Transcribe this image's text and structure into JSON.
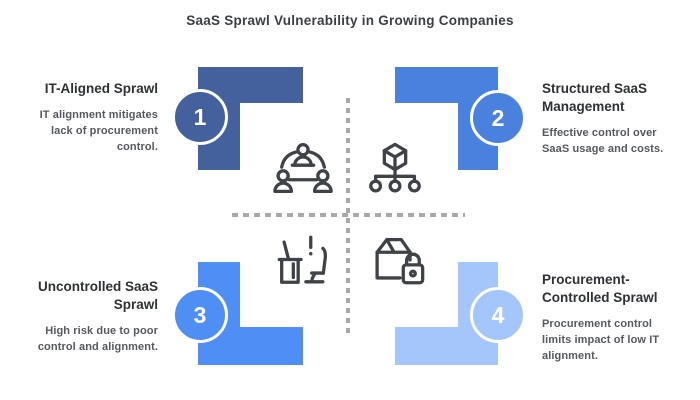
{
  "title": "SaaS Sprawl Vulnerability in Growing Companies",
  "quadrants": [
    {
      "number": "1",
      "title": "IT-Aligned Sprawl",
      "description": "IT alignment mitigates lack of procurement control.",
      "icon": "team-meeting-icon"
    },
    {
      "number": "2",
      "title": "Structured SaaS Management",
      "description": "Effective control over SaaS usage and costs.",
      "icon": "org-structure-icon"
    },
    {
      "number": "3",
      "title": "Uncontrolled SaaS Sprawl",
      "description": "High risk due to poor control and alignment.",
      "icon": "vacant-desk-icon"
    },
    {
      "number": "4",
      "title": "Procurement-Controlled Sprawl",
      "description": "Procurement control limits impact of low IT alignment.",
      "icon": "secured-package-icon"
    }
  ],
  "colors": {
    "q1": "#44619D",
    "q2": "#4B81DE",
    "q3": "#4E8EF5",
    "q4": "#A5C6FB",
    "dash": "#A8A8A8",
    "icon": "#3F4246",
    "titleText": "#3B3E42",
    "headingText": "#2E3134",
    "descText": "#55585D"
  }
}
